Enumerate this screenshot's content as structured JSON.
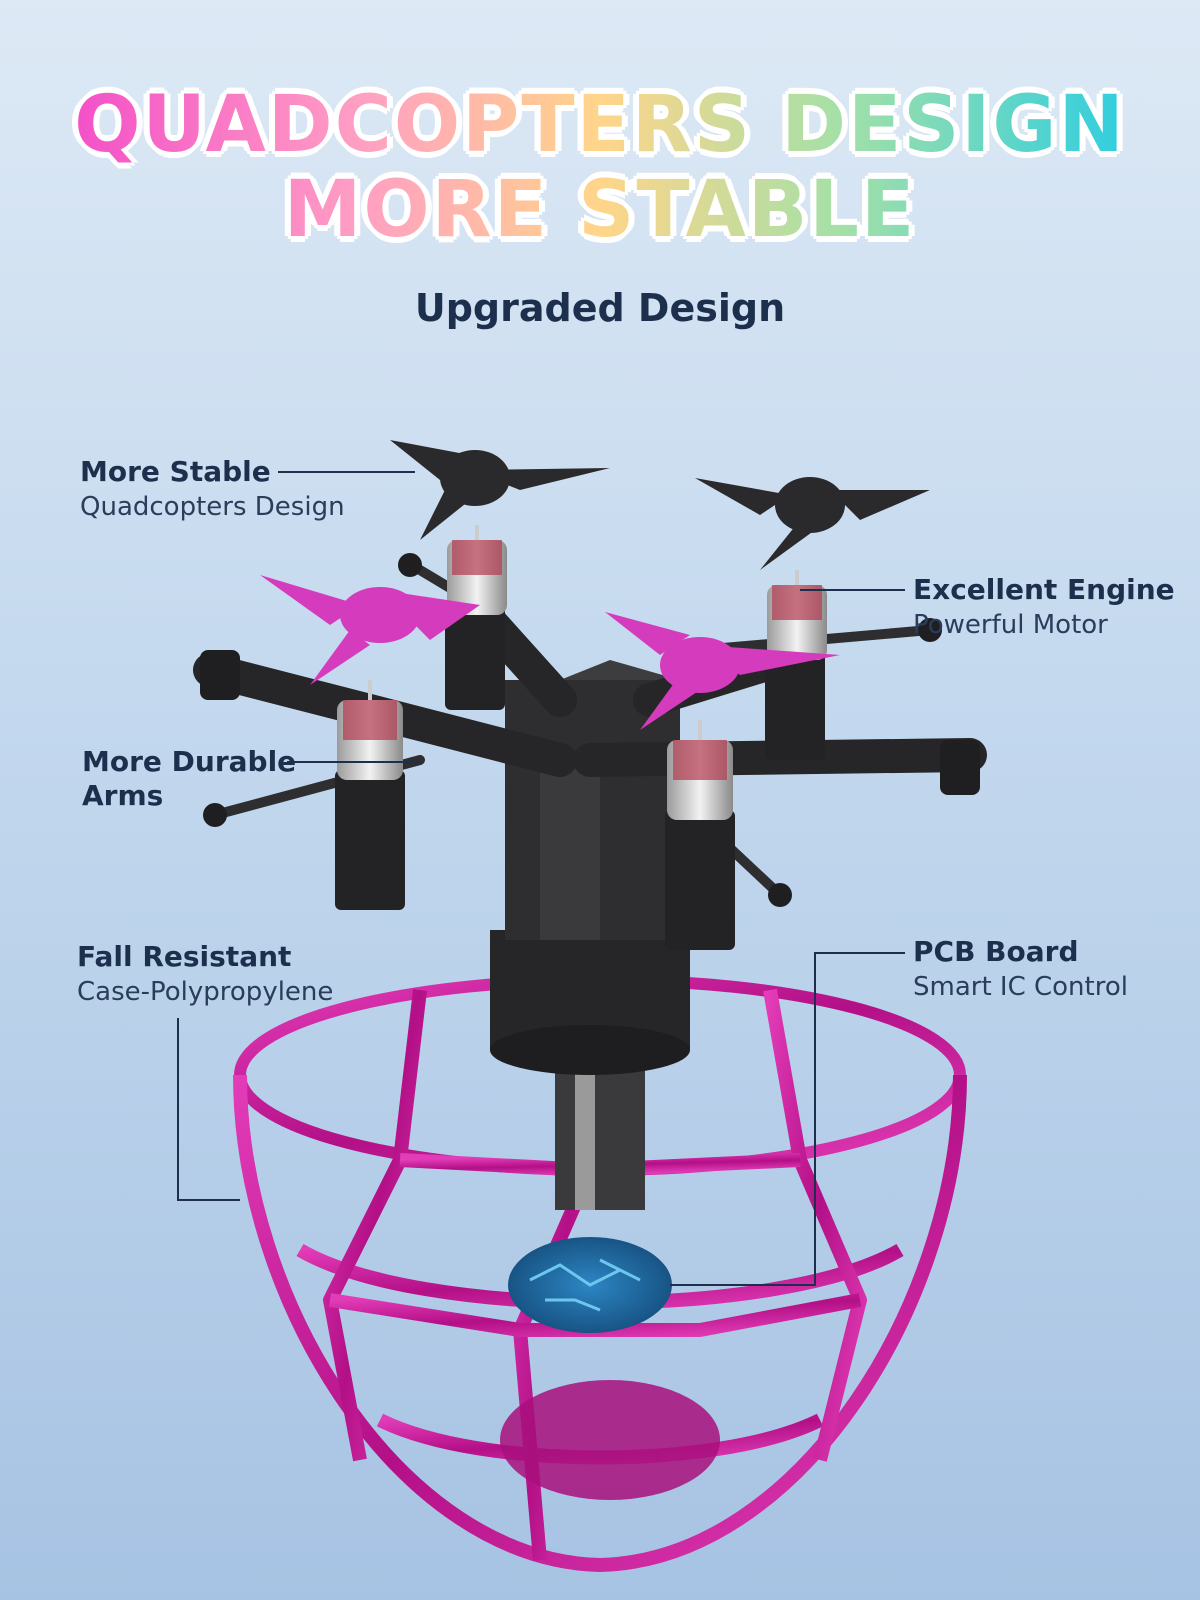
{
  "header": {
    "line1": "QUADCOPTERS DESIGN",
    "line2": "MORE STABLE",
    "subtitle": "Upgraded Design"
  },
  "callouts": {
    "stable": {
      "title": "More Stable",
      "sub": "Quadcopters Design"
    },
    "engine": {
      "title": "Excellent Engine",
      "sub": "Powerful Motor"
    },
    "arms": {
      "title": "More Durable",
      "title2": "Arms"
    },
    "fall": {
      "title": "Fall Resistant",
      "sub": "Case-Polypropylene"
    },
    "pcb": {
      "title": "PCB Board",
      "sub": "Smart IC Control"
    }
  },
  "colors": {
    "cage": "#c8169a",
    "propeller_pink": "#d43cbd",
    "frame": "#2b2b2d",
    "pcb": "#1d5f94",
    "text": "#1c2f4c"
  }
}
